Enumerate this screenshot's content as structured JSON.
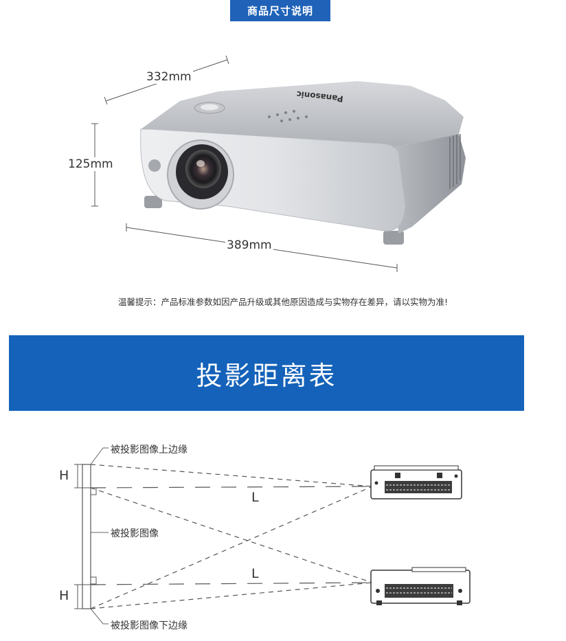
{
  "header": {
    "tag": "商品尺寸说明"
  },
  "dimensions": {
    "depth": "332mm",
    "height": "125mm",
    "width": "389mm"
  },
  "projector": {
    "brand": "Panasonic"
  },
  "notice": "温馨提示：产品标准参数如因产品升级或其他原因造成与实物存在差异，请以实物为准!",
  "banner": {
    "title": "投影距离表"
  },
  "diagram": {
    "top_edge_label": "被投影图像上边缘",
    "image_label": "被投影图像",
    "bottom_edge_label": "被投影图像下边缘",
    "h_top": "H",
    "h_bottom": "H",
    "l_top": "L",
    "l_bottom": "L"
  },
  "colors": {
    "brand_blue": "#1462b9",
    "tag_blue": "#1f62b8"
  }
}
